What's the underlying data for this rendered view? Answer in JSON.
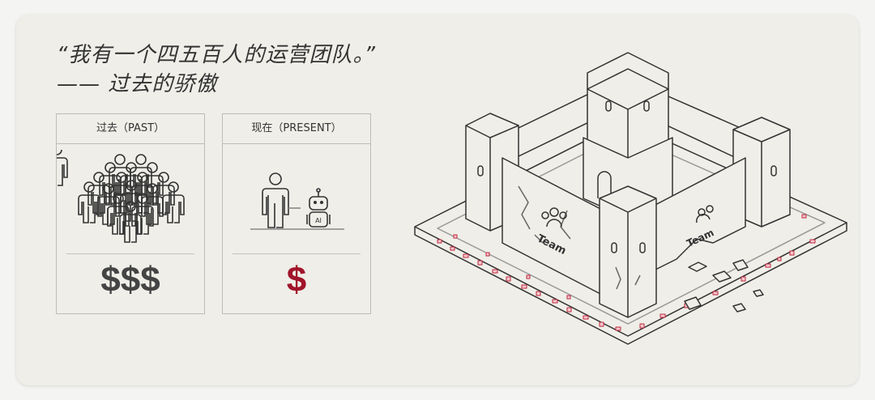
{
  "quote": {
    "line1": "“我有一个四五百人的运营团队。”",
    "line2": "—— 过去的骄傲"
  },
  "past": {
    "title": "过去（PAST）",
    "cost": "$$$",
    "cost_color": "#444444"
  },
  "present": {
    "title": "现在（PRESENT）",
    "robot_label": "AI",
    "cost": "$",
    "cost_color": "#a0142a"
  },
  "castle": {
    "team_label_left": "Team",
    "team_label_right": "Team",
    "rubble_color": "#c0283c"
  }
}
